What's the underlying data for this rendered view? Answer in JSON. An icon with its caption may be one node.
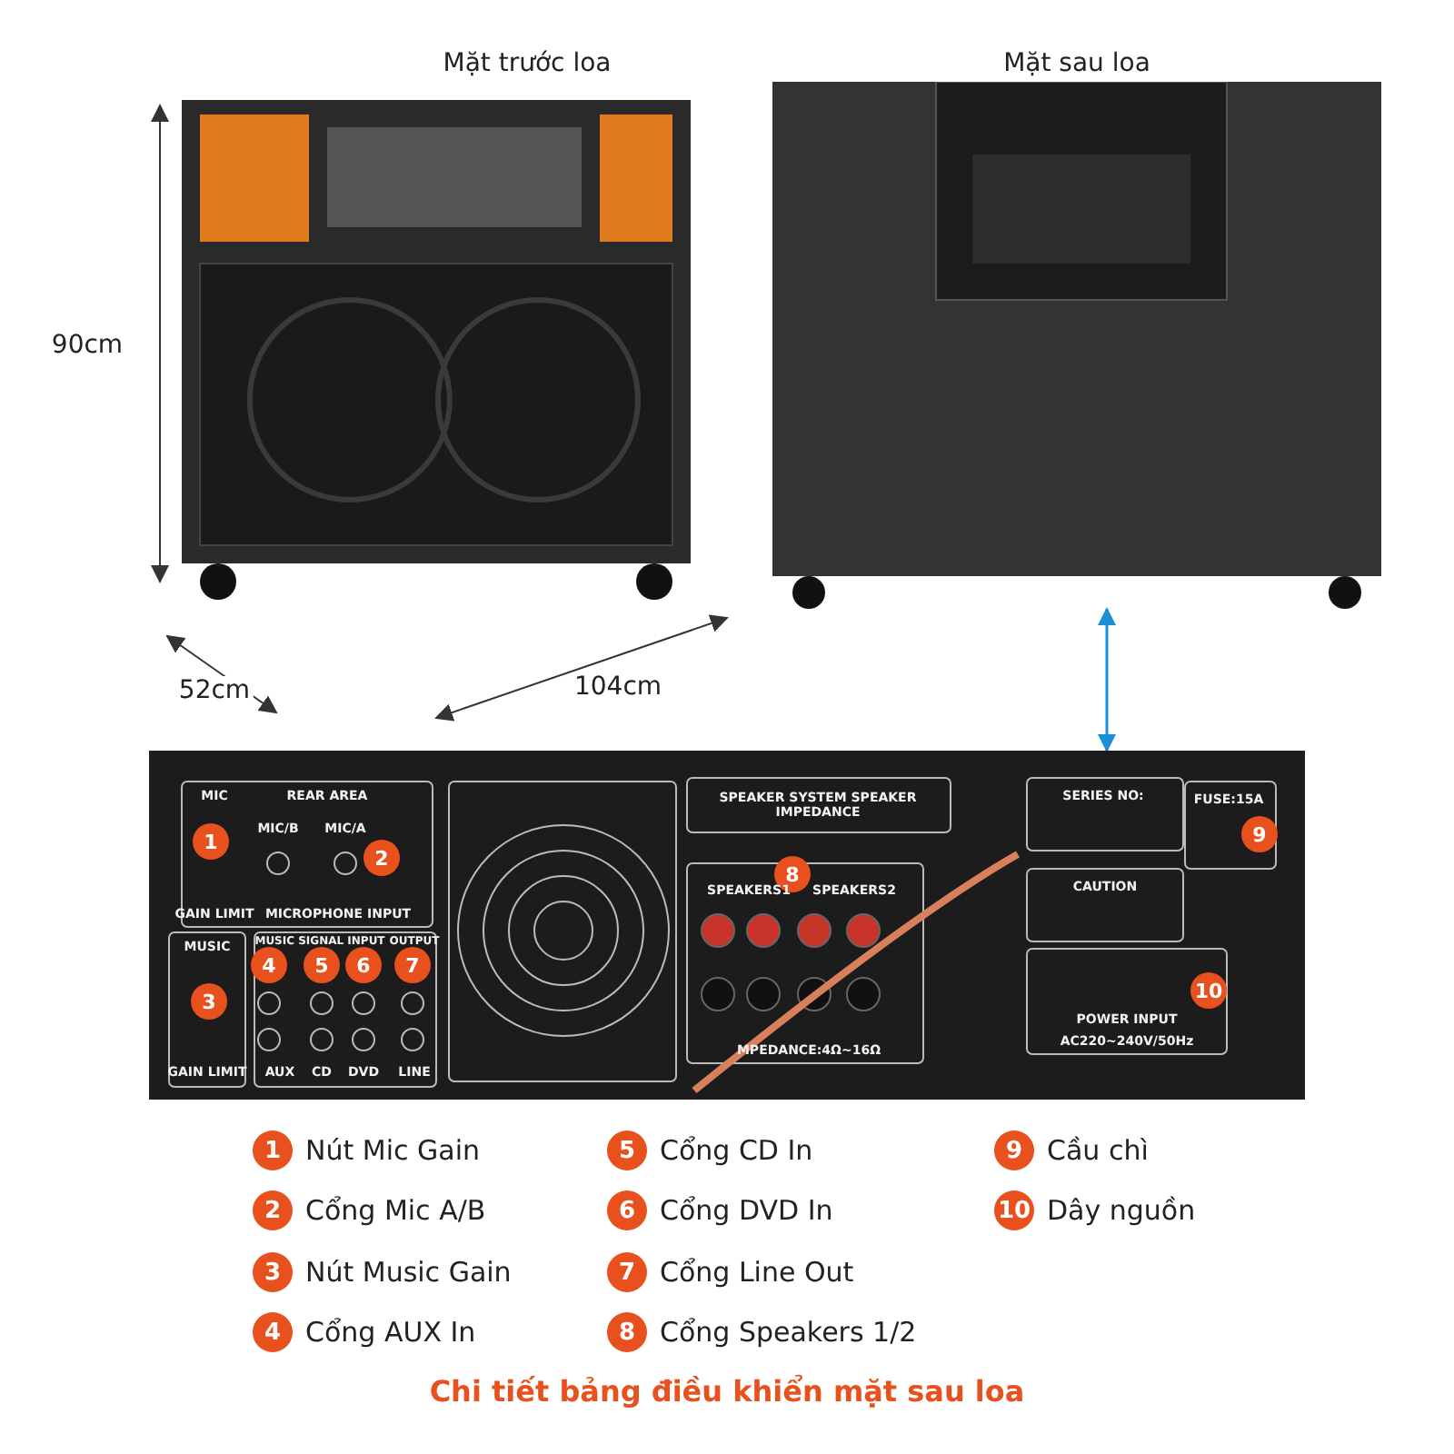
{
  "diagram": {
    "caption": "Chi tiết bảng điều khiển mặt sau loa",
    "nodes": [
      {
        "text": [],
        "shape": "picture",
        "beside": [
          "Mặt trước loa"
        ]
      },
      {
        "text": [],
        "shape": "picture",
        "beside": [
          "Mặt sau loa"
        ]
      },
      {
        "text": [],
        "shape": "picture"
      },
      {
        "text": [
          "1"
        ],
        "in": 2
      },
      {
        "text": [
          "2"
        ],
        "in": 2
      },
      {
        "text": [
          "3"
        ],
        "in": 2
      },
      {
        "text": [
          "4"
        ],
        "in": 2
      },
      {
        "text": [
          "5"
        ],
        "in": 2
      },
      {
        "text": [
          "6"
        ],
        "in": 2
      },
      {
        "text": [
          "7"
        ],
        "in": 2
      },
      {
        "text": [
          "8"
        ],
        "in": 2
      },
      {
        "text": [
          "9"
        ],
        "in": 2
      },
      {
        "text": [
          "10"
        ],
        "in": 2
      },
      {
        "text": [
          "1"
        ],
        "beside": [
          "Nút Mic Gain"
        ]
      },
      {
        "text": [
          "5"
        ],
        "beside": [
          "Cổng CD In"
        ]
      },
      {
        "text": [
          "9"
        ],
        "beside": [
          "Cầu chì"
        ]
      },
      {
        "text": [
          "2"
        ],
        "beside": [
          "Cổng Mic A/B"
        ]
      },
      {
        "text": [
          "6"
        ],
        "beside": [
          "Cổng DVD In"
        ]
      },
      {
        "text": [
          "10"
        ],
        "beside": [
          "Dây nguồn"
        ]
      },
      {
        "text": [
          "3"
        ],
        "beside": [
          "Nút Music Gain"
        ]
      },
      {
        "text": [
          "7"
        ],
        "beside": [
          "Cổng Line Out"
        ]
      },
      {
        "text": [
          "4"
        ],
        "beside": [
          "Cổng AUX In"
        ]
      },
      {
        "text": [
          "8"
        ],
        "beside": [
          "Cổng Speakers 1/2"
        ]
      }
    ],
    "edges": [
      {
        "from": 1,
        "to": 2,
        "arrow": "both",
        "color": "#1a8fd6"
      }
    ],
    "labels": [
      "90cm",
      "52cm",
      "104cm",
      "MIC",
      "REAR AREA",
      "MIC/B",
      "MIC/A",
      "GAIN LIMIT",
      "MICROPHONE INPUT",
      "MUSIC",
      "MUSIC SIGNAL INPUT",
      "OUTPUT",
      "GAIN LIMIT",
      "AUX",
      "CD",
      "DVD",
      "LINE",
      "SPEAKER SYSTEM SPEAKER IMPEDANCE",
      "SERIES NO:",
      "FUSE:15A",
      "SPEAKERS1",
      "SPEAKERS2",
      "CAUTION",
      "POWER INPUT",
      "AC220~240V/50Hz",
      "MPEDANCE:4Ω~16Ω"
    ]
  }
}
